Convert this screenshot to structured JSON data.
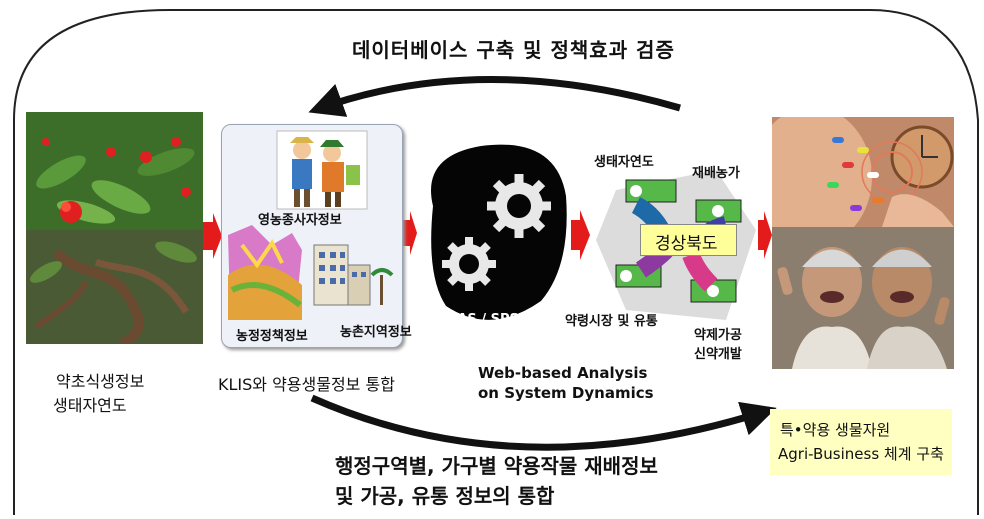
{
  "top_title": "데이터베이스 구축 및 정책효과 검증",
  "bottom_title": "행정구역별, 가구별 약용작물 재배정보\n및 가공, 유통 정보의 통합",
  "source": {
    "caption_line1": "약초식생정보",
    "caption_line2": "생태자연도"
  },
  "klis": {
    "label_farmer": "영농종사자정보",
    "label_policy": "농정정책정보",
    "label_village": "농촌지역정보",
    "caption": "KLIS와 약용생물정보 통합"
  },
  "analysis": {
    "tool_label": "SAS / SPSS",
    "caption_line1": "Web-based Analysis",
    "caption_line2": "on System Dynamics"
  },
  "network": {
    "label_eco": "생태자연도",
    "label_farm": "재배농가",
    "label_center": "경상북도",
    "label_market": "약령시장 및 유통",
    "label_process_line1": "약제가공",
    "label_process_line2": "신약개발"
  },
  "result": {
    "line1": "특•약용 생물자원",
    "line2": "Agri-Business 체계 구축"
  },
  "colors": {
    "flow_arrow": "#e41b1b",
    "cycle_arrow": "#111111",
    "center_box": "#ffff9a",
    "result_box": "#ffffc2"
  }
}
